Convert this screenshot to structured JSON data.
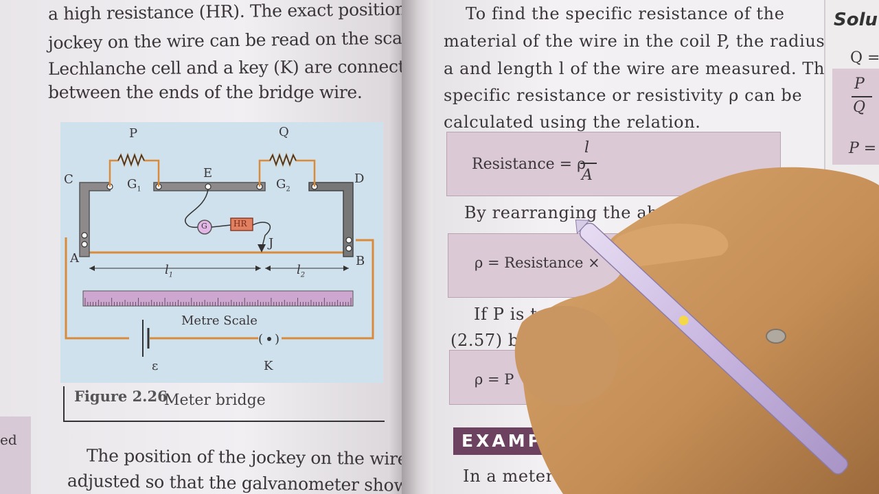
{
  "left_page": {
    "lines": [
      "a high resistance (HR). The exact position of",
      "jockey on the wire can be read on the scale. A",
      "Lechlanche cell and a key (K) are connected",
      "between the ends of the bridge wire."
    ],
    "figure": {
      "labels": {
        "p": "P",
        "q": "Q",
        "c": "C",
        "d": "D",
        "e": "E",
        "g1": "G",
        "g1_sub": "1",
        "g2": "G",
        "g2_sub": "2",
        "a": "A",
        "b": "B",
        "g": "G",
        "hr": "HR",
        "j": "J",
        "l1": "l",
        "l1_sub": "1",
        "l2": "l",
        "l2_sub": "2",
        "scale": "Metre Scale",
        "epsilon": "ε",
        "k": "K"
      }
    },
    "caption": {
      "number": "Figure 2.26",
      "title": "Meter bridge"
    },
    "bottom_lines": [
      "The position of the jockey on the wire is",
      "adjusted so that the galvanometer shows zero"
    ],
    "margin_fragment": "ed"
  },
  "right_page": {
    "lines": [
      "To find the specific resistance of the",
      "material of the wire in the coil P, the radius",
      "a and length l of the wire are measured. The",
      "specific resistance or resistivity ρ can be",
      "calculated using the relation."
    ],
    "formula1": {
      "lhs": "Resistance = ρ",
      "num": "l",
      "den": "A"
    },
    "rearrange_line": "By rearranging the above eq",
    "formula2": "ρ = Resistance ×",
    "if_line": "If P is t",
    "ref_line": "(2.57) be",
    "formula3": "ρ = P",
    "example_heading": "EXAMP",
    "example_line": "In  a  meter"
  },
  "far_page": {
    "heading": "Solu",
    "q_line": "Q =",
    "frac_num": "P",
    "frac_den": "Q",
    "p_line": "P ="
  },
  "colors": {
    "figure_bg": "#cfe1ec",
    "formula_box": "#dcc9d6",
    "example_bar": "#6d4160",
    "scale": "#cda7cf",
    "wire": "#d98b3b",
    "skin": "#c99560",
    "pen": "#c9b7e0"
  }
}
